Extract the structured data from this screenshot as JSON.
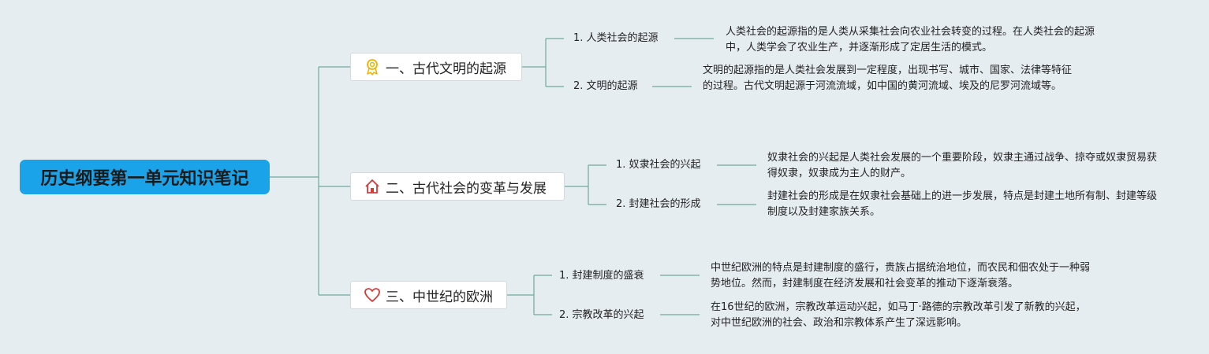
{
  "root": {
    "title": "历史纲要第一单元知识笔记"
  },
  "branches": [
    {
      "title": "一、古代文明的起源",
      "icon": "award-ribbon-icon",
      "icon_color": "#e8b400",
      "topics": [
        {
          "label": "1. 人类社会的起源",
          "text": "人类社会的起源指的是人类从采集社会向农业社会转变的过程。在人类社会的起源中，人类学会了农业生产，并逐渐形成了定居生活的模式。"
        },
        {
          "label": "2. 文明的起源",
          "text": "文明的起源指的是人类社会发展到一定程度，出现书写、城市、国家、法律等特征的过程。古代文明起源于河流流域，如中国的黄河流域、埃及的尼罗河流域等。"
        }
      ]
    },
    {
      "title": "二、古代社会的变革与发展",
      "icon": "home-icon",
      "icon_color": "#d23c3c",
      "topics": [
        {
          "label": "1. 奴隶社会的兴起",
          "text": "奴隶社会的兴起是人类社会发展的一个重要阶段，奴隶主通过战争、掠夺或奴隶贸易获得奴隶，奴隶成为主人的财产。"
        },
        {
          "label": "2. 封建社会的形成",
          "text": "封建社会的形成是在奴隶社会基础上的进一步发展，特点是封建土地所有制、封建等级制度以及封建家族关系。"
        }
      ]
    },
    {
      "title": "三、中世纪的欧洲",
      "icon": "heart-icon",
      "icon_color": "#d23c3c",
      "topics": [
        {
          "label": "1. 封建制度的盛衰",
          "text": "中世纪欧洲的特点是封建制度的盛行，贵族占据统治地位，而农民和佃农处于一种弱势地位。然而，封建制度在经济发展和社会变革的推动下逐渐衰落。"
        },
        {
          "label": "2. 宗教改革的兴起",
          "text": "在16世纪的欧洲，宗教改革运动兴起，如马丁·路德的宗教改革引发了新教的兴起，对中世纪欧洲的社会、政治和宗教体系产生了深远影响。"
        }
      ]
    }
  ],
  "colors": {
    "line": "#6fa8a0",
    "root_bg": "#1aa3e8",
    "background": "#e6edf0"
  }
}
